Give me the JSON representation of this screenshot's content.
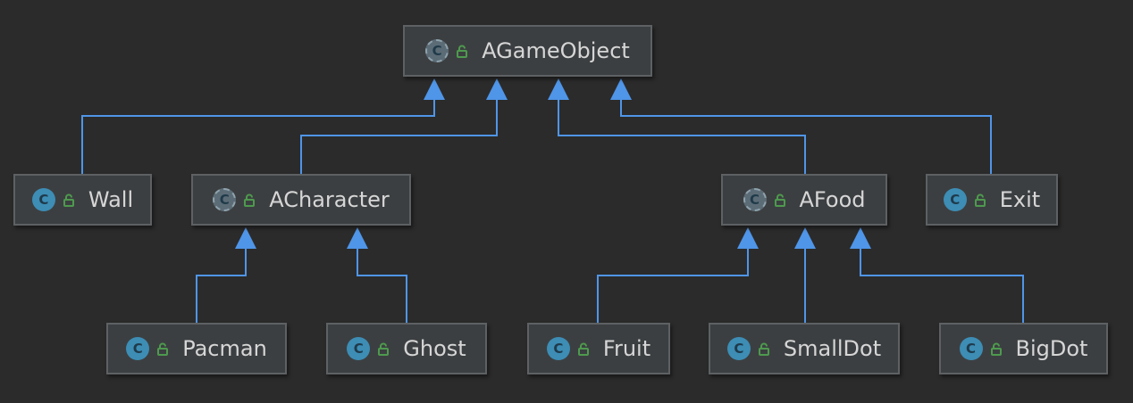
{
  "colors": {
    "background": "#2b2b2b",
    "node_fill": "#3c3f41",
    "node_border": "#5e6163",
    "edge": "#4f95e8",
    "class_icon": "#3d8db5",
    "visibility_icon": "#4e9a4e"
  },
  "icons": {
    "class": "class-icon",
    "abstract_class": "abstract-class-icon",
    "visibility": "public-lock-icon",
    "class_letter": "C"
  },
  "nodes": [
    {
      "id": "agameobject",
      "label": "AGameObject",
      "abstract": true
    },
    {
      "id": "wall",
      "label": "Wall",
      "abstract": false
    },
    {
      "id": "acharacter",
      "label": "ACharacter",
      "abstract": true
    },
    {
      "id": "afood",
      "label": "AFood",
      "abstract": true
    },
    {
      "id": "exit",
      "label": "Exit",
      "abstract": false
    },
    {
      "id": "pacman",
      "label": "Pacman",
      "abstract": false
    },
    {
      "id": "ghost",
      "label": "Ghost",
      "abstract": false
    },
    {
      "id": "fruit",
      "label": "Fruit",
      "abstract": false
    },
    {
      "id": "smalldot",
      "label": "SmallDot",
      "abstract": false
    },
    {
      "id": "bigdot",
      "label": "BigDot",
      "abstract": false
    }
  ],
  "edges": [
    {
      "from": "wall",
      "to": "agameobject"
    },
    {
      "from": "acharacter",
      "to": "agameobject"
    },
    {
      "from": "afood",
      "to": "agameobject"
    },
    {
      "from": "exit",
      "to": "agameobject"
    },
    {
      "from": "pacman",
      "to": "acharacter"
    },
    {
      "from": "ghost",
      "to": "acharacter"
    },
    {
      "from": "fruit",
      "to": "afood"
    },
    {
      "from": "smalldot",
      "to": "afood"
    },
    {
      "from": "bigdot",
      "to": "afood"
    }
  ]
}
